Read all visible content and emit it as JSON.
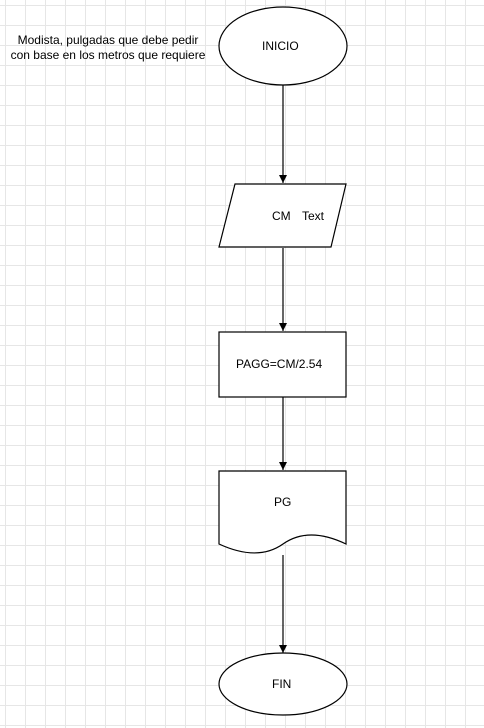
{
  "note": "Modista, pulgadas que debe pedir con base en los metros que requiere",
  "nodes": {
    "start": "INICIO",
    "input_var": "CM",
    "input_extra": "Text",
    "process": "PAGG=CM/2.54",
    "output": "PG",
    "end": "FIN"
  },
  "colors": {
    "stroke": "#000000",
    "fill": "#ffffff",
    "grid": "#e6e6e6"
  }
}
